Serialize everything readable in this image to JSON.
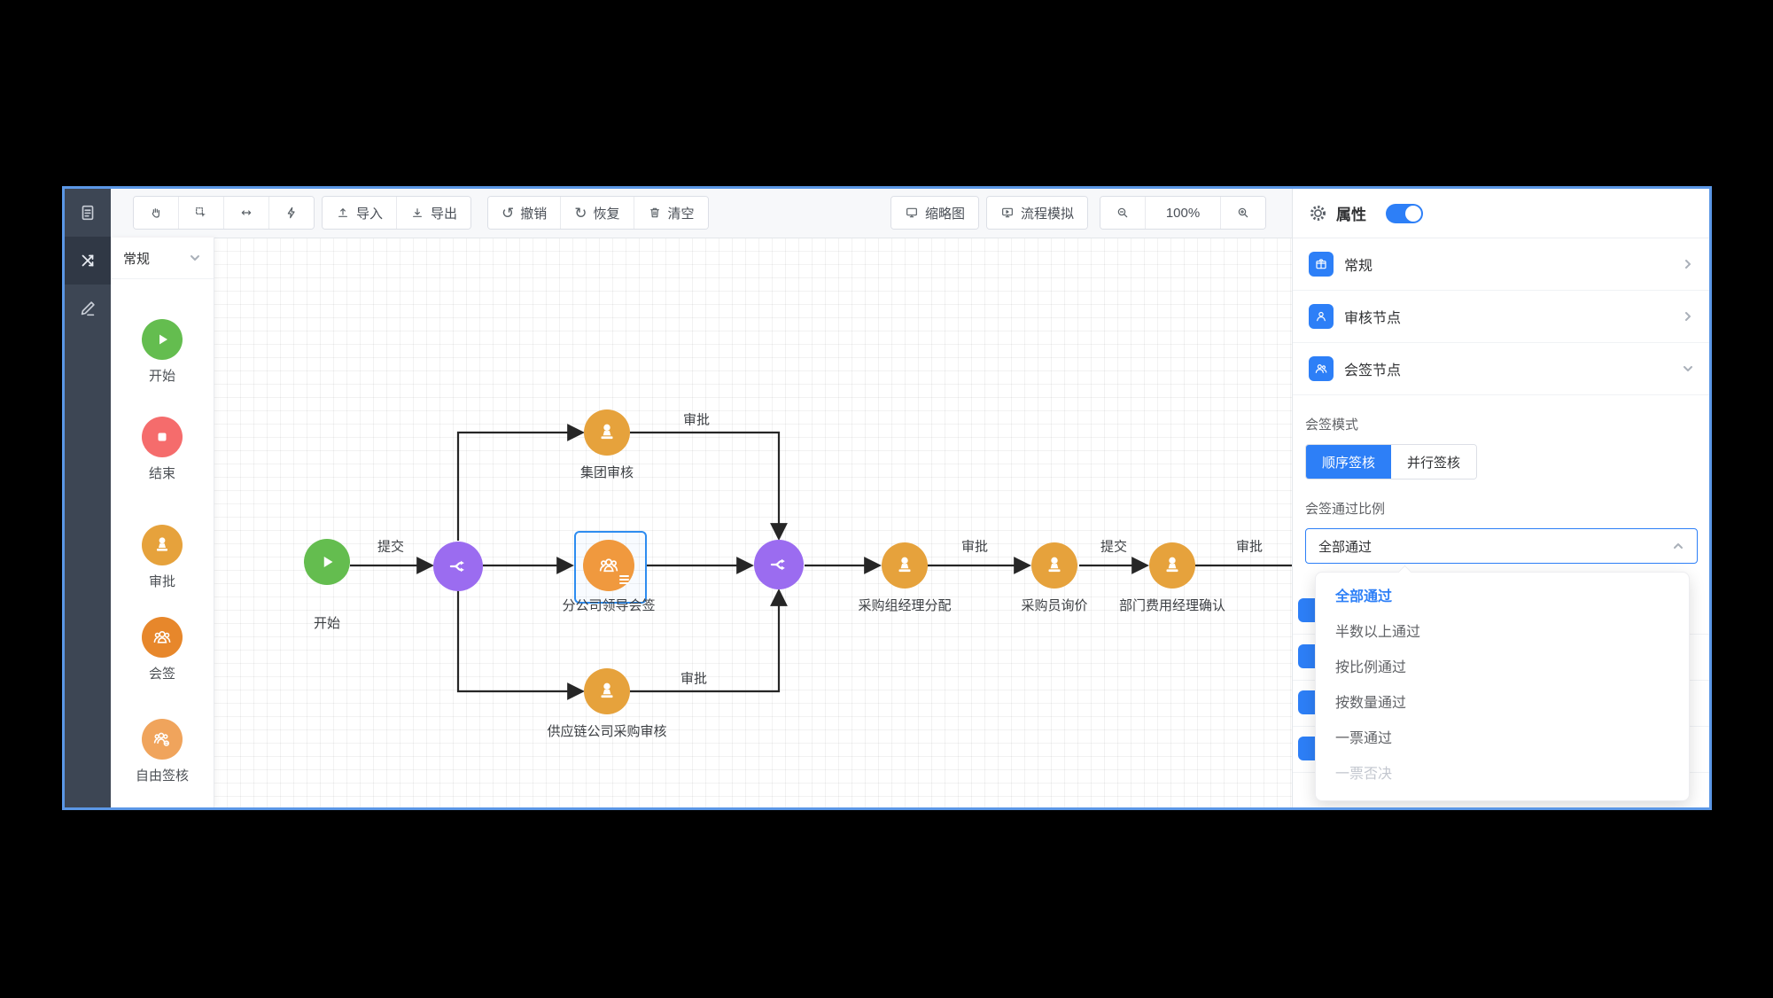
{
  "colors": {
    "accent_blue": "#2d7ff7",
    "selection_blue": "#2d8cf0",
    "window_border": "#5b97e6",
    "rail_bg": "#3d4654",
    "start_green": "#64bd4f",
    "end_red": "#f56c6c",
    "approve_yellow": "#e6a23c",
    "countersign_orange": "#e7872b",
    "countersign_canvas_orange": "#f0993e",
    "free_sign_orange": "#f0a45c",
    "gateway_purple": "#9b6cf0"
  },
  "toolbar": {
    "import_label": "导入",
    "export_label": "导出",
    "undo_label": "撤销",
    "redo_label": "恢复",
    "clear_label": "清空",
    "minimap_label": "缩略图",
    "simulate_label": "流程模拟",
    "zoom_level": "100%",
    "icons": {
      "undo_glyph": "↺",
      "redo_glyph": "↻"
    }
  },
  "palette": {
    "category": "常规",
    "items": [
      {
        "label": "开始",
        "type": "start"
      },
      {
        "label": "结束",
        "type": "end"
      },
      {
        "label": "审批",
        "type": "approve"
      },
      {
        "label": "会签",
        "type": "countersign"
      },
      {
        "label": "自由签核",
        "type": "free-sign"
      }
    ]
  },
  "canvas": {
    "nodes": [
      {
        "label": "开始",
        "type": "start"
      },
      {
        "label": "",
        "type": "gateway"
      },
      {
        "label": "集团审核",
        "type": "approve"
      },
      {
        "label": "分公司领导会签",
        "type": "countersign",
        "selected": true
      },
      {
        "label": "供应链公司采购审核",
        "type": "approve"
      },
      {
        "label": "",
        "type": "gateway"
      },
      {
        "label": "采购组经理分配",
        "type": "approve"
      },
      {
        "label": "采购员询价",
        "type": "approve"
      },
      {
        "label": "部门费用经理确认",
        "type": "approve"
      }
    ],
    "edge_labels": [
      "提交",
      "审批",
      "审批",
      "审批",
      "提交",
      "审批"
    ]
  },
  "properties": {
    "title": "属性",
    "toggle_on": true,
    "sections": [
      {
        "label": "常规",
        "state": "collapsed"
      },
      {
        "label": "审核节点",
        "state": "collapsed"
      },
      {
        "label": "会签节点",
        "state": "expanded"
      }
    ],
    "sign_mode": {
      "label": "会签模式",
      "options": [
        {
          "label": "顺序签核",
          "selected": true
        },
        {
          "label": "并行签核",
          "selected": false
        }
      ]
    },
    "pass_ratio": {
      "label": "会签通过比例",
      "value": "全部通过",
      "options": [
        {
          "label": "全部通过",
          "selected": true
        },
        {
          "label": "半数以上通过"
        },
        {
          "label": "按比例通过"
        },
        {
          "label": "按数量通过"
        },
        {
          "label": "一票通过"
        },
        {
          "label": "一票否决",
          "disabled": true
        }
      ]
    }
  }
}
